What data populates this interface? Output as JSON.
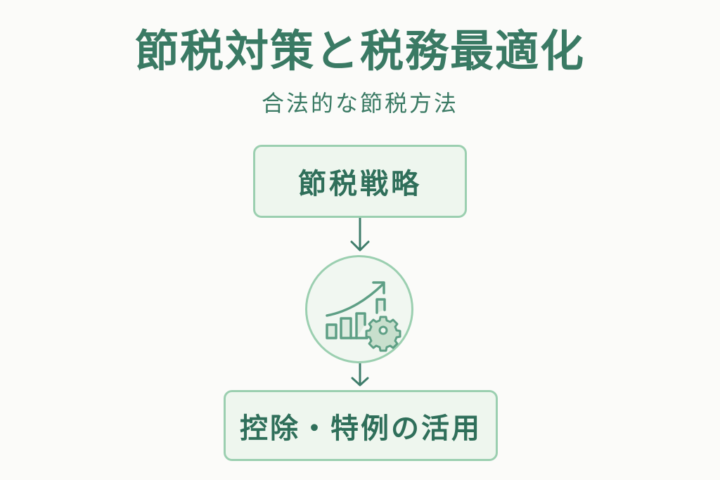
{
  "header": {
    "title": "節税対策と税務最適化",
    "subtitle": "合法的な節税方法"
  },
  "flow": {
    "step1": {
      "label": "節税戦略"
    },
    "step2": {
      "icon": "growth-chart-gear-icon"
    },
    "step3": {
      "label": "控除・特例の活用"
    }
  },
  "colors": {
    "text": "#3a7a64",
    "box_fill": "#eef6ee",
    "box_border": "#9bcfb0",
    "arrow": "#3f7d6b"
  }
}
